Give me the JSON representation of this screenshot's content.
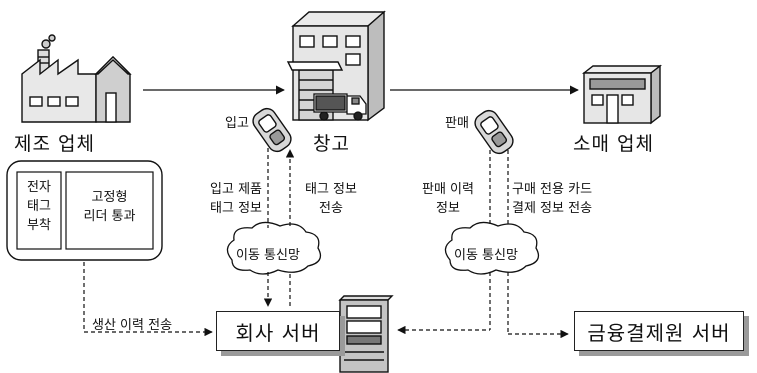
{
  "nodes": {
    "manufacturer": "제조 업체",
    "warehouse": "창고",
    "retailer": "소매 업체",
    "company_server": "회사 서버",
    "finance_server": "금융결제원 서버"
  },
  "process_box": {
    "tag_attach": [
      "전자",
      "태그",
      "부착"
    ],
    "reader_pass": [
      "고정형",
      "리더 통과"
    ]
  },
  "labels": {
    "inbound": "입고",
    "sale": "판매",
    "inbound_product": [
      "입고 제품",
      "태그 정보"
    ],
    "tag_transfer": [
      "태그 정보",
      "전송"
    ],
    "sales_history": [
      "판매 이력",
      "정보"
    ],
    "card_transfer": [
      "구매 전용 카드",
      "결제 정보 전송"
    ],
    "production_history": "생산 이력 전송",
    "network_left": "이동 통신망",
    "network_right": "이동 통신망"
  }
}
